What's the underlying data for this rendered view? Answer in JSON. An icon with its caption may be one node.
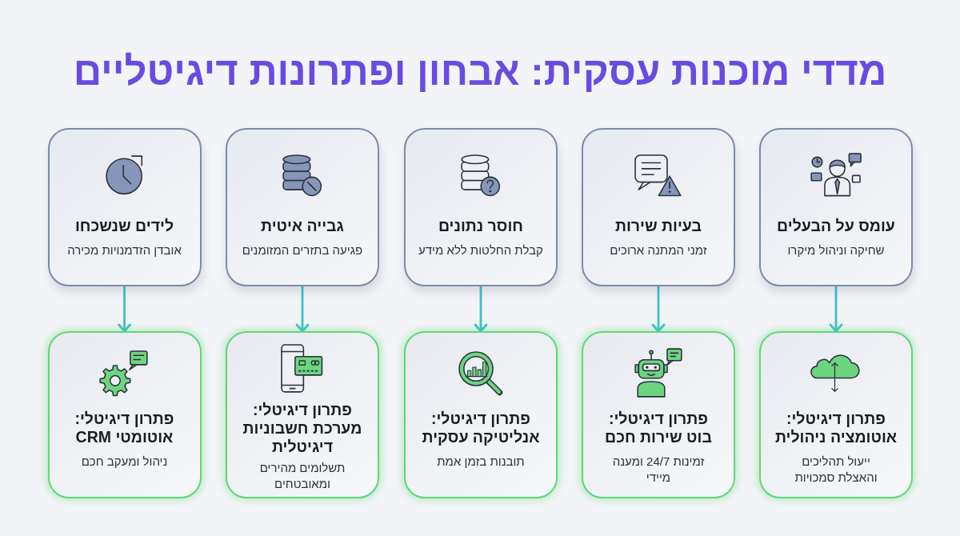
{
  "diagram": {
    "title": "מדדי מוכנות עסקית: אבחון ופתרונות דיגיטליים",
    "nodes": [
      {
        "text": [
          "עומס על הבעלים",
          "שחיקה וניהול מיקרו"
        ]
      },
      {
        "text": [
          "בעיות שירות",
          "זמני המתנה ארוכים"
        ]
      },
      {
        "text": [
          "חוסר נתונים",
          "קבלת החלטות ללא מידע"
        ]
      },
      {
        "text": [
          "גבייה איטית",
          "פגיעה בתזרים המזומנים"
        ]
      },
      {
        "text": [
          "לידים שנשכחו",
          "אובדן הזדמנויות מכירה"
        ]
      },
      {
        "text": [
          "פתרון דיגיטלי: אוטומציה ניהולית",
          "ייעול תהליכים והאצלת סמכויות"
        ]
      },
      {
        "text": [
          "פתרון דיגיטלי: בוט שירות חכם",
          "זמינות 24/7 ומענה מיידי"
        ]
      },
      {
        "text": [
          "פתרון דיגיטלי: אנליטיקה עסקית",
          "תובנות בזמן אמת"
        ]
      },
      {
        "text": [
          "פתרון דיגיטלי: מערכת חשבוניות דיגיטלית",
          "תשלומים מהירים ומאובטחים"
        ]
      },
      {
        "text": [
          "פתרון דיגיטלי: אוטומטי CRM",
          "ניהול ומעקב חכם"
        ]
      }
    ],
    "edges": [
      {
        "from": 0,
        "to": 5,
        "arrow": "to"
      },
      {
        "from": 1,
        "to": 6,
        "arrow": "to"
      },
      {
        "from": 2,
        "to": 7,
        "arrow": "to"
      },
      {
        "from": 3,
        "to": 8,
        "arrow": "to"
      },
      {
        "from": 4,
        "to": 9,
        "arrow": "to"
      }
    ]
  }
}
